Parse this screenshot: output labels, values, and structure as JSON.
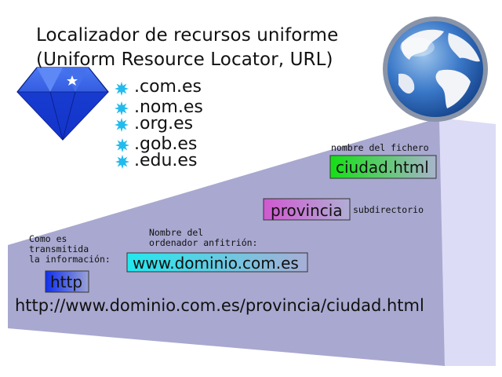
{
  "title": {
    "line1": "Localizador de recursos uniforme",
    "line2": "(Uniform Resource Locator, URL)"
  },
  "tlds": [
    ".com.es",
    ".nom.es",
    ".org.es",
    ".gob.es",
    ".edu.es"
  ],
  "labels": {
    "filename_note": "nombre del fichero",
    "filename": "ciudad.html",
    "subdir_name": "provincia",
    "subdir_note": "subdirectorio",
    "host_note_1": "Nombre del",
    "host_note_2": "ordenador anfitrión:",
    "host": "www.dominio.com.es",
    "protocol_note_1": "Como es",
    "protocol_note_2": "transmitida",
    "protocol_note_3": "la información:",
    "protocol": "http"
  },
  "full_url": "http://www.dominio.com.es/provincia/ciudad.html",
  "icons": [
    "diamond-icon",
    "star-bullet-icon",
    "globe-icon"
  ],
  "colors": {
    "ramp_fill": "#a8a8d0",
    "ramp_side": "#dcdcf6",
    "filename_box": "#22dd22",
    "subdir_box": "#cc66cc",
    "host_box": "#33dddd",
    "protocol_box": "#2244ee",
    "diamond": "#1a3fd6",
    "star": "#22bbee"
  }
}
